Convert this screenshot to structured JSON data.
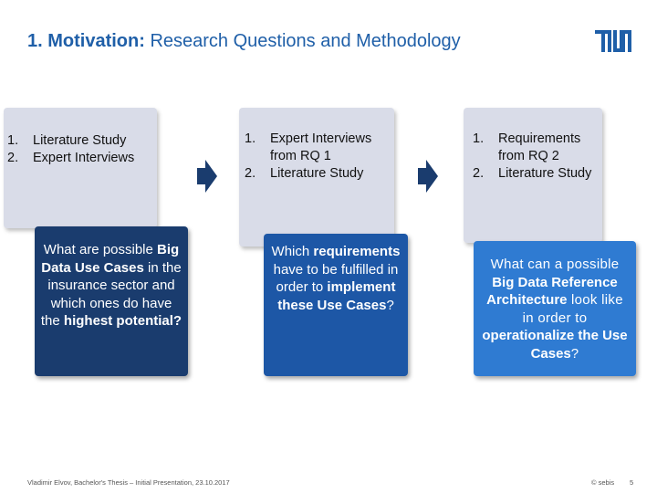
{
  "slide": {
    "title_bold": "1. Motivation:",
    "title_rest": " Research Questions and Methodology"
  },
  "box1": {
    "items": [
      {
        "num": "1.",
        "text": "Literature Study"
      },
      {
        "num": "2.",
        "text": "Expert Interviews"
      }
    ],
    "question": [
      {
        "t": "What are possible ",
        "b": false
      },
      {
        "t": "Big Data Use Cases",
        "b": true
      },
      {
        "t": " in the insurance sector and which ones do have the ",
        "b": false
      },
      {
        "t": "highest potential?",
        "b": true
      }
    ]
  },
  "box2": {
    "items": [
      {
        "num": "1.",
        "text": "Expert Interviews from RQ 1"
      },
      {
        "num": "2.",
        "text": "Literature Study"
      }
    ],
    "question": [
      {
        "t": "Which ",
        "b": false
      },
      {
        "t": "requirements",
        "b": true
      },
      {
        "t": " have to be fulfilled in order to ",
        "b": false
      },
      {
        "t": "implement these Use Cases",
        "b": true
      },
      {
        "t": "?",
        "b": false
      }
    ]
  },
  "box3": {
    "items": [
      {
        "num": "1.",
        "text": "Requirements from RQ 2"
      },
      {
        "num": "2.",
        "text": "Literature Study"
      }
    ],
    "question": [
      {
        "t": "What can a possible ",
        "b": false
      },
      {
        "t": "Big Data Reference Architecture",
        "b": true
      },
      {
        "t": " look like in order to ",
        "b": false
      },
      {
        "t": "operationalize the Use Cases",
        "b": true
      },
      {
        "t": "?",
        "b": false
      }
    ]
  },
  "footer": {
    "author": "Vladimir Elvov, Bachelor's Thesis – Initial Presentation, 23.10.2017",
    "copyright": "© sebis",
    "page": "5"
  },
  "colors": {
    "title": "#1f5fa8",
    "gray_box": "#d9dce8",
    "box1_blue": "#1a3c6e",
    "box2_blue": "#1d57a6",
    "box3_blue": "#2f7bd2",
    "arrow": "#1a3c6e",
    "logo": "#1f5fa8"
  },
  "icons": {
    "logo": "tum-logo",
    "arrow": "arrow-right-icon"
  }
}
